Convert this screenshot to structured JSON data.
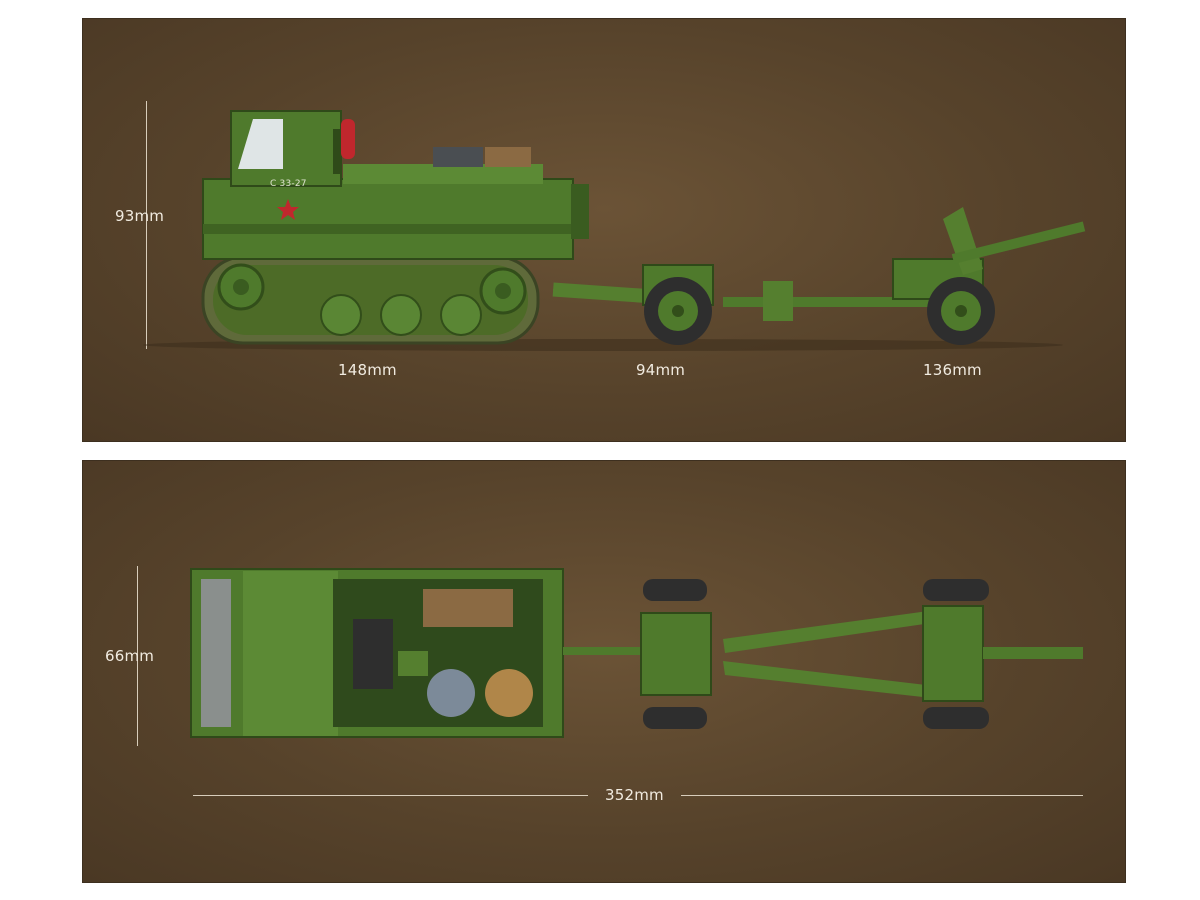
{
  "side_view": {
    "height_label": "93mm",
    "tractor_length_label": "148mm",
    "limber_length_label": "94mm",
    "gun_length_label": "136mm",
    "tractor_marking": "С 33-27"
  },
  "top_view": {
    "width_label": "66mm",
    "total_length_label": "352mm"
  },
  "colors": {
    "background": "#57432b",
    "model_green": "#4f7a2c",
    "model_dark_green": "#3a5c20",
    "dimension_text": "#f1ebe0"
  }
}
